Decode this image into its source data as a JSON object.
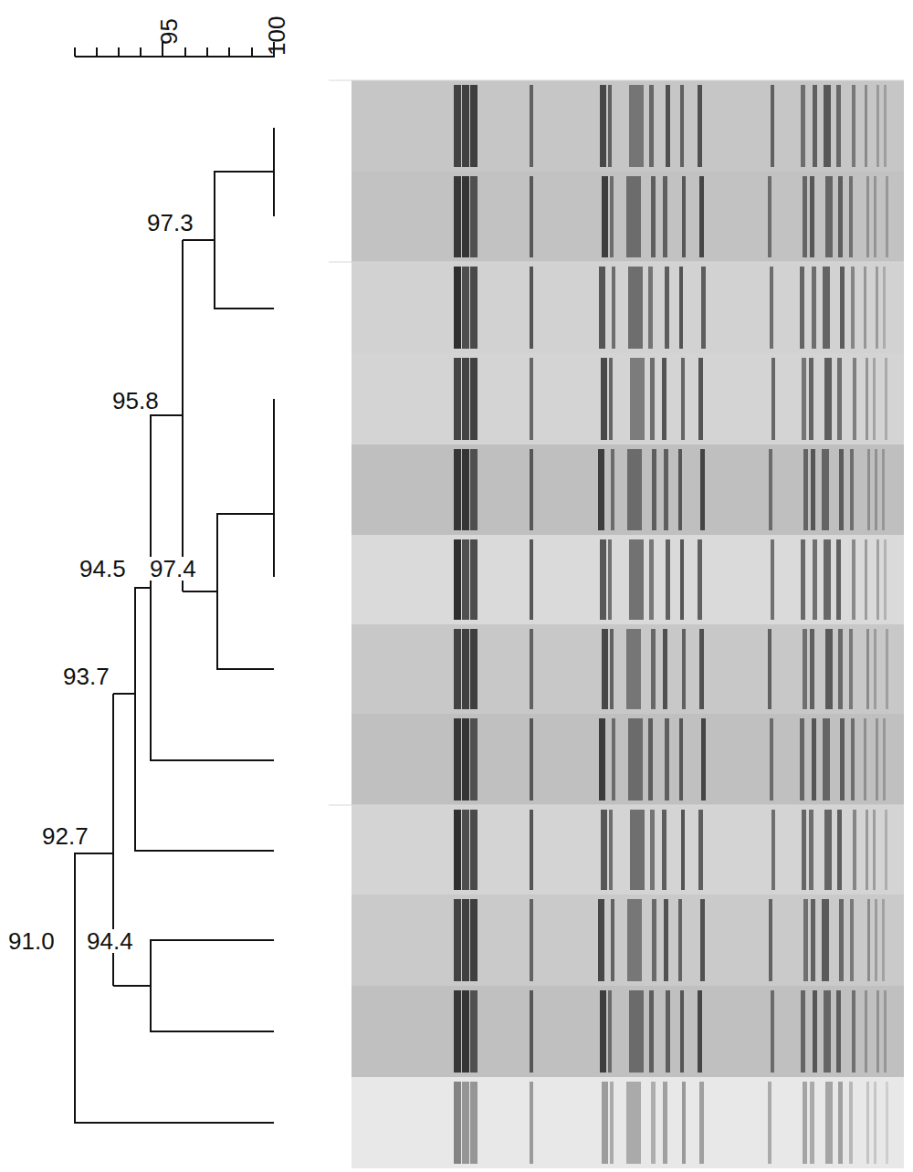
{
  "diagram": {
    "labels": [
      "95",
      "100",
      "97.3",
      "95.8",
      "94.5",
      "97.4",
      "93.7",
      "92.7",
      "91.0",
      "94.4"
    ]
  }
}
